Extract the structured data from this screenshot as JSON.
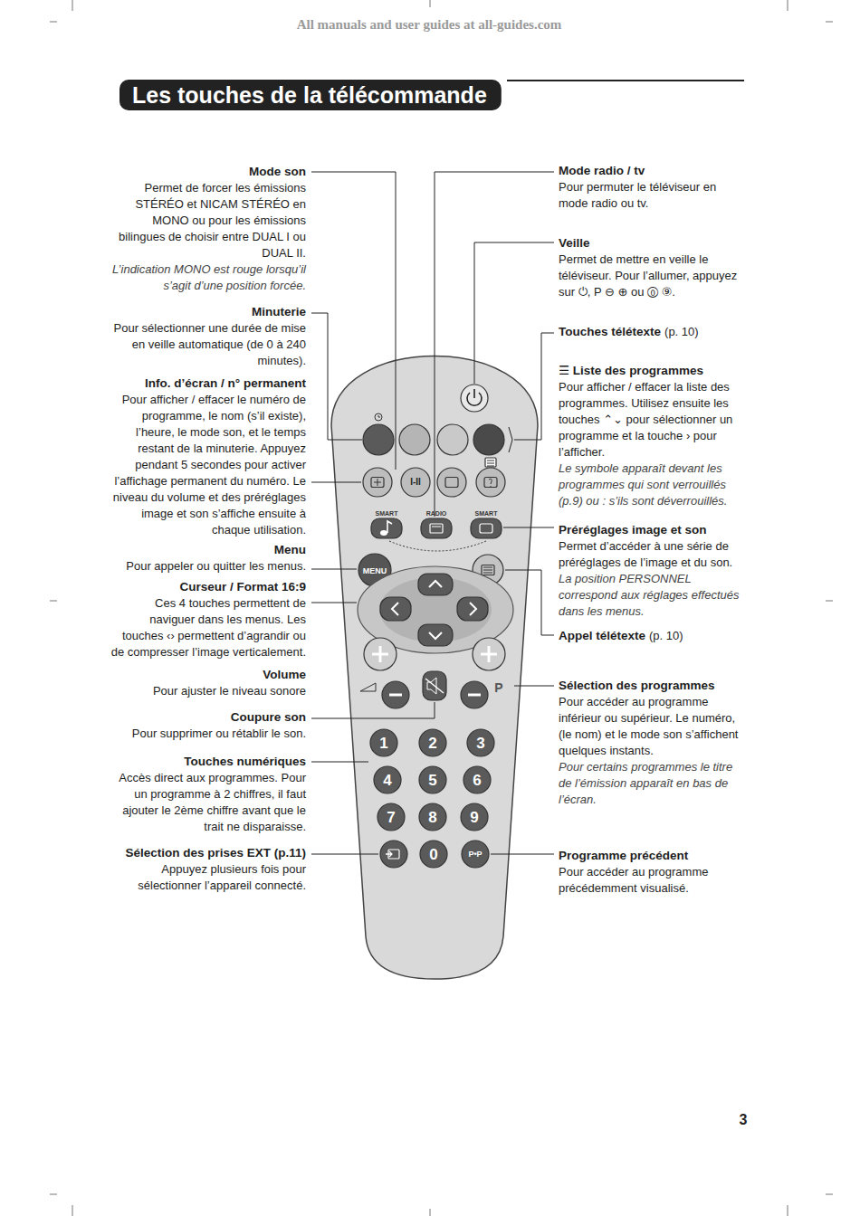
{
  "diagram": {
    "title": "Les touches de la télécommande",
    "labels": [
      "All manuals and user guides at all-guides.com",
      "Mode son",
      "Permet de forcer les émissions STÉRÉO et NICAM STÉRÉO en MONO ou pour les émissions bilingues de choisir entre DUAL I ou DUAL II.",
      "L’indication MONO est rouge lorsqu’il s’agit d’une position forcée.",
      "Minuterie",
      "Pour sélectionner une durée de mise en veille automatique (de 0 à 240 minutes).",
      "Info. d’écran / n° permanent",
      "Pour afficher / effacer le numéro de programme, le nom (s’il existe), l’heure, le mode son, et le temps restant de la minuterie. Appuyez pendant 5 secondes pour activer l’affichage permanent du numéro. Le niveau du volume et des préréglages image et son s’affiche ensuite à chaque utilisation.",
      "Menu",
      "Pour appeler ou quitter les menus.",
      "Curseur / Format 16:9",
      "Ces 4 touches permettent de naviguer dans les menus. Les touches ‹› permettent d’agrandir ou de compresser l’image verticalement.",
      "Volume",
      "Pour ajuster le niveau sonore",
      "Coupure son",
      "Pour supprimer ou rétablir le son.",
      "Touches numériques",
      "Accès direct aux programmes. Pour un programme à 2 chiffres, il faut ajouter le 2ème chiffre avant que le trait ne disparaisse.",
      "Sélection des prises EXT (p.11)",
      "Appuyez plusieurs fois pour sélectionner l’appareil connecté.",
      "Mode radio / tv",
      "Pour permuter le téléviseur en mode radio ou tv.",
      "Veille",
      "Permet de mettre en veille le téléviseur. Pour l’allumer, appuyez sur ⏻, P ⊖ ⊕ ou ⓪ ⑨.",
      "Touches télétexte",
      "(p. 10)",
      "☰ Liste des programmes",
      "Pour afficher / effacer la liste des programmes. Utilisez ensuite les touches ⌃⌄ pour sélectionner un programme et la touche › pour l’afficher.",
      "Le symbole apparaît devant les programmes qui sont verrouillés (p.9) ou : s’ils sont déverrouillés.",
      "Préréglages image et son",
      "Permet d’accéder à une série de préréglages de l’image et du son.",
      "La position PERSONNEL correspond aux réglages effectués dans les menus.",
      "Appel télétexte",
      "(p. 10)",
      "Sélection des programmes",
      "Pour accéder au programme inférieur ou supérieur. Le numéro, (le nom) et le mode son s’affichent quelques instants.",
      "Pour certains programmes le titre de l’émission apparaît en bas de l’écran.",
      "Programme précédent",
      "Pour accéder au programme précédemment visualisé.",
      "I-II",
      "SMART",
      "RADIO",
      "SMART",
      "MENU",
      "P",
      "1",
      "2",
      "3",
      "4",
      "5",
      "6",
      "7",
      "8",
      "9",
      "0",
      "P•P",
      "3"
    ]
  }
}
